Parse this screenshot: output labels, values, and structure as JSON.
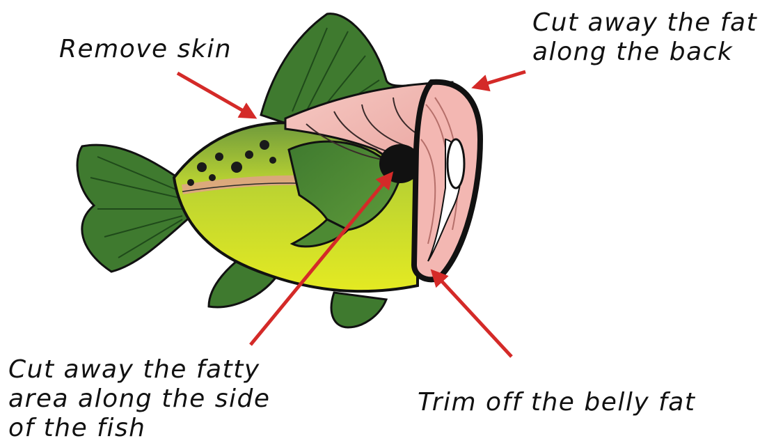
{
  "labels": {
    "remove_skin": [
      "Remove skin"
    ],
    "back_fat": [
      "Cut away the fat",
      "along the back"
    ],
    "side_fat": [
      "Cut away the fatty",
      "area along the side",
      "of the fish"
    ],
    "belly_fat": [
      "Trim off the belly fat"
    ]
  },
  "illustration": {
    "subject": "fish-steak-cut",
    "colors": {
      "arrow": "#d42a28",
      "skin_yellow": "#d9e32a",
      "skin_green": "#6f9a3c",
      "fin_green": "#3f7a2f",
      "flesh_pink": "#f3b7b2",
      "outline": "#111111"
    }
  }
}
